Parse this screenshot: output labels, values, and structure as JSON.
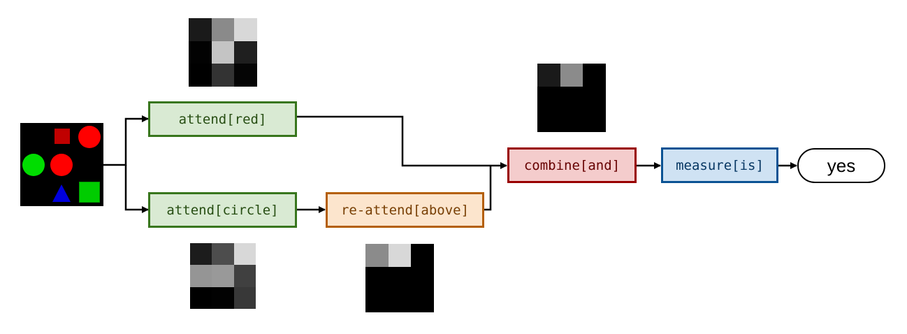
{
  "scene": {
    "shapes": [
      {
        "name": "small-red-square",
        "kind": "square",
        "color": "#c00000"
      },
      {
        "name": "large-red-circle-top",
        "kind": "circle",
        "color": "#ff0000"
      },
      {
        "name": "green-circle",
        "kind": "circle",
        "color": "#00dd00"
      },
      {
        "name": "large-red-circle-middle",
        "kind": "circle",
        "color": "#ff0000"
      },
      {
        "name": "blue-triangle",
        "kind": "triangle",
        "color": "#0000dd"
      },
      {
        "name": "green-square",
        "kind": "square",
        "color": "#00cc00"
      }
    ]
  },
  "modules": {
    "attend_red": "attend[red]",
    "attend_circle": "attend[circle]",
    "reattend_above": "re-attend[above]",
    "combine_and": "combine[and]",
    "measure_is": "measure[is]"
  },
  "answer": "yes",
  "attention_maps": {
    "attend_red": [
      "#1a1a1a",
      "#8a8a8a",
      "#d8d8d8",
      "#020202",
      "#c4c4c4",
      "#1f1f1f",
      "#000000",
      "#333333",
      "#050505"
    ],
    "attend_circle": [
      "#1c1c1c",
      "#4d4d4d",
      "#d8d8d8",
      "#959595",
      "#999999",
      "#404040",
      "#000000",
      "#020202",
      "#383838"
    ],
    "reattend_above": [
      "#8b8b8b",
      "#d8d8d8",
      "#000000",
      "#000000",
      "#000000",
      "#000000",
      "#000000",
      "#000000",
      "#000000"
    ],
    "combine_and": [
      "#1a1a1a",
      "#8b8b8b",
      "#000000",
      "#000000",
      "#000000",
      "#000000",
      "#000000",
      "#000000",
      "#000000"
    ]
  }
}
